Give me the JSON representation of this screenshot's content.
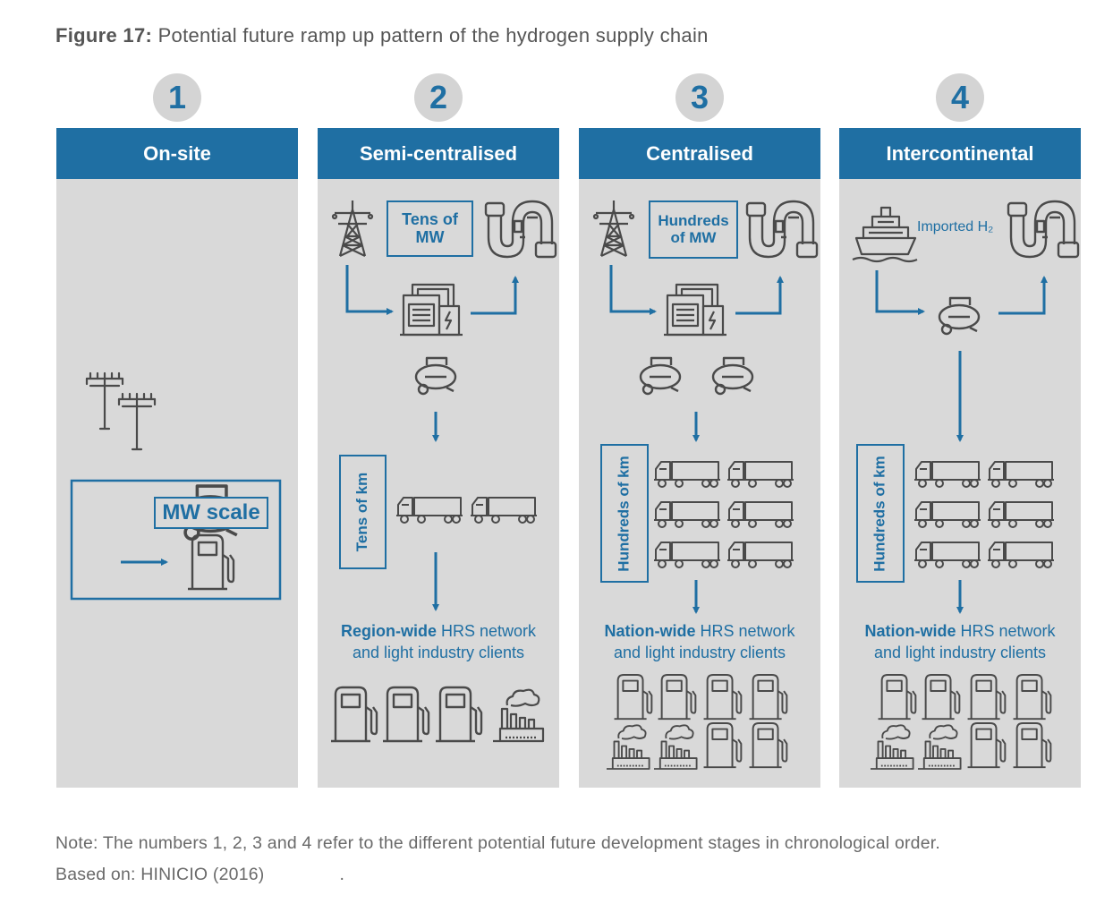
{
  "figure": {
    "label": "Figure 17:",
    "title": "Potential future ramp up pattern of the hydrogen supply chain"
  },
  "stages": [
    {
      "number": "1",
      "name": "On-site",
      "scale": "MW scale"
    },
    {
      "number": "2",
      "name": "Semi-centralised",
      "capacity": "Tens of MW",
      "distance": "Tens of km",
      "network_bold": "Region-wide",
      "network_rest": " HRS network",
      "network_line2": "and light industry clients"
    },
    {
      "number": "3",
      "name": "Centralised",
      "capacity": "Hundreds of MW",
      "distance": "Hundreds of km",
      "network_bold": "Nation-wide",
      "network_rest": " HRS network",
      "network_line2": "and light industry clients"
    },
    {
      "number": "4",
      "name": "Intercontinental",
      "import": "Imported H₂",
      "distance": "Hundreds of km",
      "network_bold": "Nation-wide",
      "network_rest": " HRS network",
      "network_line2": "and light industry clients"
    }
  ],
  "notes": {
    "line1": "Note: The numbers 1, 2, 3 and 4 refer to the different potential future development stages in chronological order.",
    "line2": "Based on: HINICIO (2016)",
    "line2_tail": "."
  },
  "colors": {
    "accent": "#1f6fa3",
    "panel": "#d9d9d9",
    "badge": "#d4d4d4",
    "icon": "#4a4a4a"
  }
}
